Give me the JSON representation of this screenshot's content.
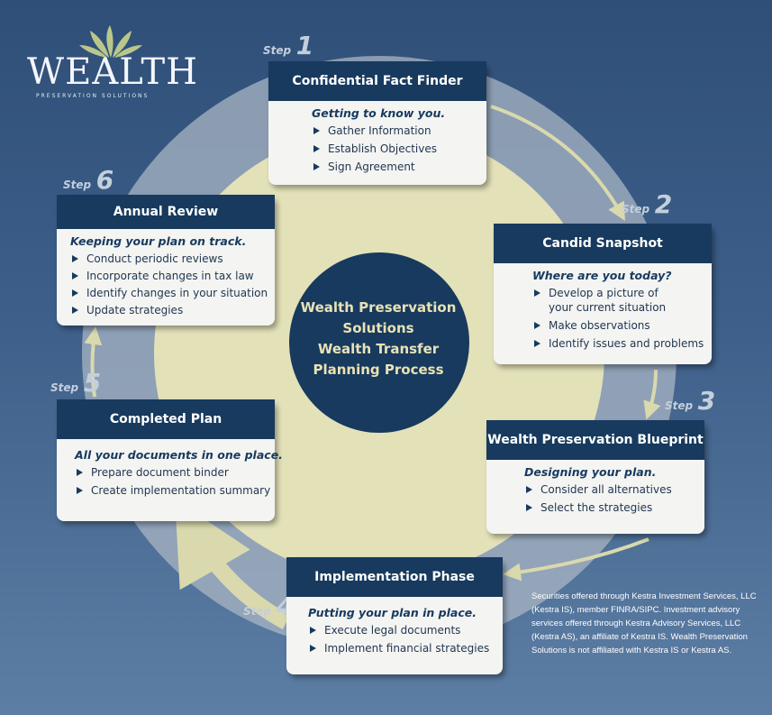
{
  "logo": {
    "word": "WEALTH",
    "subtitle": "PRESERVATION SOLUTIONS",
    "leaf_color": "#b9c78a"
  },
  "colors": {
    "navy": "#173a5e",
    "ring": "#a9b6c4",
    "center_fill": "#e3e1b8",
    "arrow": "#d9d9ad",
    "center_text": "#e9e2b4"
  },
  "center": {
    "lines": [
      "Wealth Preservation",
      "Solutions",
      "Wealth Transfer",
      "Planning Process"
    ]
  },
  "steps": [
    {
      "step_word": "Step",
      "number": "1",
      "title": "Confidential Fact Finder",
      "tagline": "Getting to know you.",
      "items": [
        "Gather Information",
        "Establish Objectives",
        "Sign Agreement"
      ]
    },
    {
      "step_word": "Step",
      "number": "2",
      "title": "Candid Snapshot",
      "tagline": "Where are you today?",
      "items": [
        "Develop a picture of your current situation",
        "Make observations",
        "Identify issues and problems"
      ]
    },
    {
      "step_word": "Step",
      "number": "3",
      "title": "Wealth Preservation Blueprint",
      "tagline": "Designing your plan.",
      "items": [
        "Consider all alternatives",
        "Select the strategies"
      ]
    },
    {
      "step_word": "Step",
      "number": "4",
      "title": "Implementation Phase",
      "tagline": "Putting your plan in place.",
      "items": [
        "Execute legal documents",
        "Implement financial strategies"
      ]
    },
    {
      "step_word": "Step",
      "number": "5",
      "title": "Completed Plan",
      "tagline": "All your documents in one place.",
      "items": [
        "Prepare document binder",
        "Create implementation summary"
      ]
    },
    {
      "step_word": "Step",
      "number": "6",
      "title": "Annual Review",
      "tagline": "Keeping your plan on track.",
      "items": [
        "Conduct periodic reviews",
        "Incorporate changes in tax law",
        "Identify changes in your situation",
        "Update strategies"
      ]
    }
  ],
  "disclaimer": "Securities offered through Kestra Investment Services, LLC (Kestra IS), member FINRA/SIPC. Investment advisory services offered through Kestra Advisory Services, LLC (Kestra AS), an affiliate of Kestra IS. Wealth Preservation Solutions is not affiliated with Kestra IS or Kestra AS."
}
